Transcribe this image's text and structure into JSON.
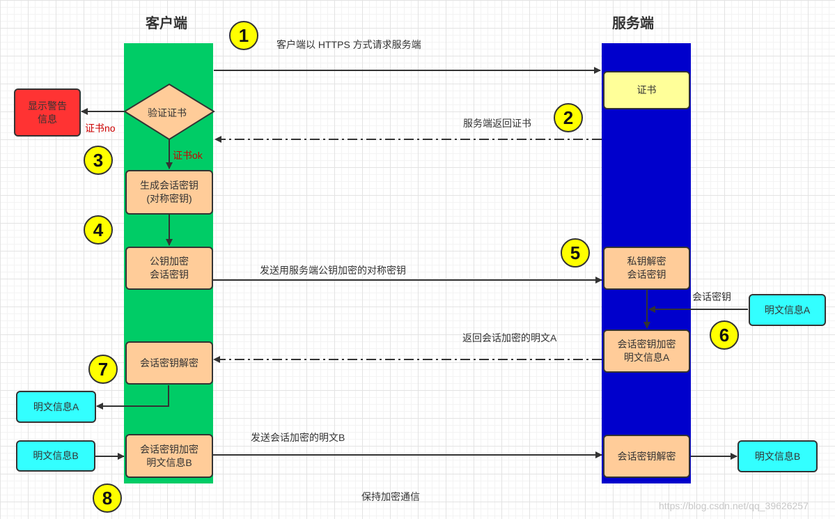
{
  "headings": {
    "client": "客户端",
    "server": "服务端"
  },
  "steps": [
    "1",
    "2",
    "3",
    "4",
    "5",
    "6",
    "7",
    "8"
  ],
  "messages": {
    "request": "客户端以 HTTPS 方式请求服务端",
    "return_cert": "服务端返回证书",
    "cert_no": "证书no",
    "cert_ok": "证书ok",
    "send_key": "发送用服务端公钥加密的对称密钥",
    "session_key": "会话密钥",
    "return_plain_a": "返回会话加密的明文A",
    "send_plain_b": "发送会话加密的明文B",
    "keep_secure": "保持加密通信"
  },
  "nodes": {
    "verify_cert": "验证证书",
    "show_warning": "显示警告\n信息",
    "gen_session_key": "生成会话密钥\n(对称密钥)",
    "public_key_encrypt": "公钥加密\n会话密钥",
    "client_decrypt": "会话密钥解密",
    "client_plain_a": "明文信息A",
    "client_plain_b": "明文信息B",
    "client_encrypt_b": "会话密钥加密\n明文信息B",
    "certificate": "证书",
    "private_key_decrypt": "私钥解密\n会话密钥",
    "server_plain_a": "明文信息A",
    "server_encrypt_a": "会话密钥加密\n明文信息A",
    "server_decrypt": "会话密钥解密",
    "server_plain_b": "明文信息B"
  },
  "colors": {
    "client_lane": "#00cc66",
    "server_lane": "#0000cc",
    "process_box": "#ffcc99",
    "plaintext_box": "#33ffff",
    "certificate_box": "#ffff99",
    "warning_box": "#ff3333",
    "step_badge": "#ffff00",
    "error_label": "#cc0000"
  },
  "watermark": "https://blog.csdn.net/qq_39626257"
}
